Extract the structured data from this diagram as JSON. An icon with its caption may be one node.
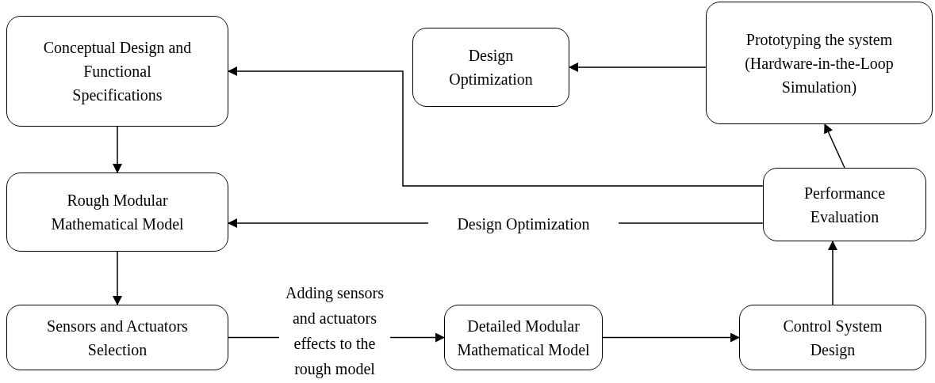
{
  "diagram": {
    "nodes": [
      {
        "text": [
          "Conceptual Design and Functional Specifications"
        ]
      },
      {
        "text": [
          "Rough Modular Mathematical Model"
        ]
      },
      {
        "text": [
          "Sensors and Actuators Selection"
        ]
      },
      {
        "text": [
          "Detailed Modular Mathematical Model"
        ]
      },
      {
        "text": [
          "Control System Design"
        ]
      },
      {
        "text": [
          "Performance Evaluation"
        ]
      },
      {
        "text": [
          "Prototyping the system (Hardware-in-the-Loop Simulation)"
        ]
      },
      {
        "text": [
          "Design Optimization"
        ]
      }
    ],
    "edges": [
      {
        "from": 0,
        "to": 1,
        "arrow": "to"
      },
      {
        "from": 1,
        "to": 2,
        "arrow": "to"
      },
      {
        "from": 2,
        "to": 3,
        "arrow": "to",
        "label": "Adding sensors and actuators effects to the rough model"
      },
      {
        "from": 3,
        "to": 4,
        "arrow": "to"
      },
      {
        "from": 4,
        "to": 5,
        "arrow": "to"
      },
      {
        "from": 5,
        "to": 6,
        "arrow": "to"
      },
      {
        "from": 5,
        "to": 0,
        "arrow": "to"
      },
      {
        "from": 5,
        "to": 1,
        "arrow": "to",
        "label": "Design Optimization"
      },
      {
        "from": 6,
        "to": 7,
        "arrow": "to"
      }
    ]
  }
}
